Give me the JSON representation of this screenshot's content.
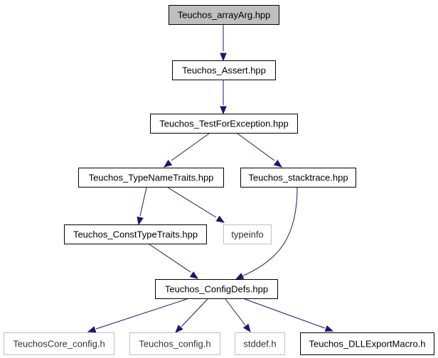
{
  "nodes": {
    "arrayarg": {
      "label": "Teuchos_arrayArg.hpp",
      "style": "root"
    },
    "assert": {
      "label": "Teuchos_Assert.hpp",
      "style": "normal"
    },
    "testforexception": {
      "label": "Teuchos_TestForException.hpp",
      "style": "normal"
    },
    "typenametraits": {
      "label": "Teuchos_TypeNameTraits.hpp",
      "style": "normal"
    },
    "stacktrace": {
      "label": "Teuchos_stacktrace.hpp",
      "style": "normal"
    },
    "consttypetraits": {
      "label": "Teuchos_ConstTypeTraits.hpp",
      "style": "normal"
    },
    "typeinfo": {
      "label": "typeinfo",
      "style": "external"
    },
    "configdefs": {
      "label": "Teuchos_ConfigDefs.hpp",
      "style": "normal"
    },
    "teuchoscore_config": {
      "label": "TeuchosCore_config.h",
      "style": "external"
    },
    "teuchos_config": {
      "label": "Teuchos_config.h",
      "style": "external"
    },
    "stddef": {
      "label": "stddef.h",
      "style": "external"
    },
    "dllexportmacro": {
      "label": "Teuchos_DLLExportMacro.h",
      "style": "normal"
    }
  },
  "edges": [
    {
      "from": "arrayarg",
      "to": "assert"
    },
    {
      "from": "assert",
      "to": "testforexception"
    },
    {
      "from": "testforexception",
      "to": "typenametraits"
    },
    {
      "from": "testforexception",
      "to": "stacktrace"
    },
    {
      "from": "typenametraits",
      "to": "consttypetraits"
    },
    {
      "from": "typenametraits",
      "to": "typeinfo"
    },
    {
      "from": "consttypetraits",
      "to": "configdefs"
    },
    {
      "from": "stacktrace",
      "to": "configdefs"
    },
    {
      "from": "configdefs",
      "to": "teuchoscore_config"
    },
    {
      "from": "configdefs",
      "to": "teuchos_config"
    },
    {
      "from": "configdefs",
      "to": "stddef"
    },
    {
      "from": "configdefs",
      "to": "dllexportmacro"
    }
  ],
  "colors": {
    "edge": "#191970",
    "root_fill": "#bfbfbf",
    "node_border": "#000000",
    "external_border": "#bfbfbf",
    "background": "#ffffff"
  }
}
